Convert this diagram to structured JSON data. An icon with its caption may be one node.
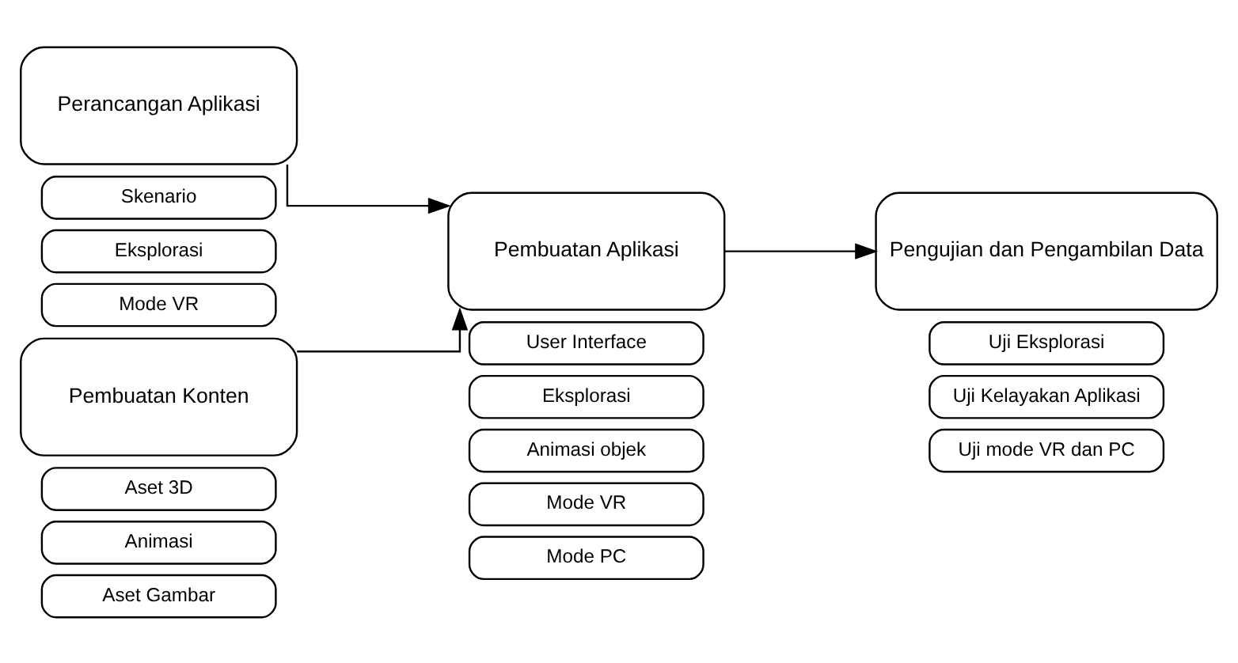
{
  "diagram": {
    "nodes": [
      {
        "text": [
          "Perancangan Aplikasi"
        ]
      },
      {
        "text": [
          "Skenario"
        ]
      },
      {
        "text": [
          "Eksplorasi"
        ]
      },
      {
        "text": [
          "Mode VR"
        ]
      },
      {
        "text": [
          "Pembuatan Konten"
        ]
      },
      {
        "text": [
          "Aset 3D"
        ]
      },
      {
        "text": [
          "Animasi"
        ]
      },
      {
        "text": [
          "Aset Gambar"
        ]
      },
      {
        "text": [
          "Pembuatan Aplikasi"
        ]
      },
      {
        "text": [
          "User Interface"
        ]
      },
      {
        "text": [
          "Eksplorasi"
        ]
      },
      {
        "text": [
          "Animasi objek"
        ]
      },
      {
        "text": [
          "Mode VR"
        ]
      },
      {
        "text": [
          "Mode PC"
        ]
      },
      {
        "text": [
          "Pengujian dan Pengambilan Data"
        ]
      },
      {
        "text": [
          "Uji Eksplorasi"
        ]
      },
      {
        "text": [
          "Uji Kelayakan Aplikasi"
        ]
      },
      {
        "text": [
          "Uji mode VR dan PC"
        ]
      }
    ],
    "edges": [
      {
        "from": 0,
        "to": 8,
        "arrow": "to"
      },
      {
        "from": 4,
        "to": 8,
        "arrow": "to"
      },
      {
        "from": 8,
        "to": 14,
        "arrow": "to"
      }
    ]
  }
}
